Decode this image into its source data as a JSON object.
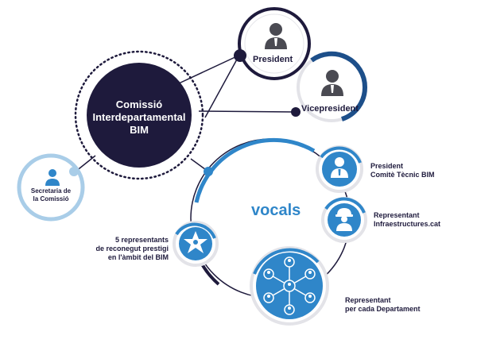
{
  "diagram": {
    "center": {
      "line1": "Comissió",
      "line2": "Interdepartamental",
      "line3": "BIM"
    },
    "president": "President",
    "vicepresident": "Vicepresident",
    "secretaria": {
      "line1": "Secretaria de",
      "line2": "la Comissió"
    },
    "vocals": "vocals",
    "vocal_members": [
      {
        "line1": "President",
        "line2": "Comitè Tècnic BIM"
      },
      {
        "line1": "Representant",
        "line2": "Infraestructures.cat"
      },
      {
        "line1": "Representant",
        "line2": "per cada Departament"
      }
    ],
    "experts": {
      "line1": "5 representants",
      "line2": "de reconegut prestigi",
      "line3": "en l'àmbit del BIM"
    },
    "colors": {
      "navy": "#1e1a3c",
      "blue": "#2f86c9",
      "light_blue": "#a9cde8",
      "grey": "#e9e9ee",
      "icon_grey": "#4a4a52"
    }
  }
}
